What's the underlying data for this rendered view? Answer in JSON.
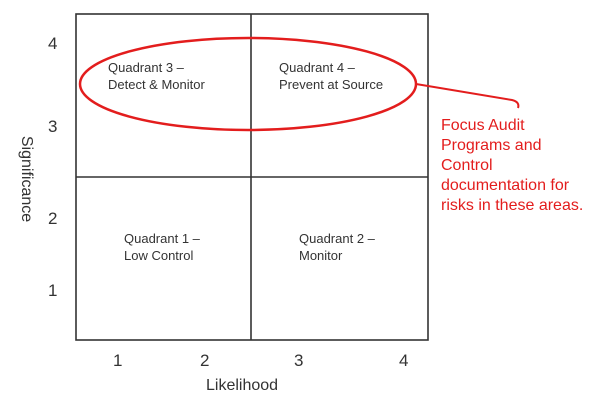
{
  "axes": {
    "x_title": "Likelihood",
    "y_title": "Significance",
    "x_ticks": [
      "1",
      "2",
      "3",
      "4"
    ],
    "y_ticks": [
      "4",
      "3",
      "2",
      "1"
    ]
  },
  "quadrants": {
    "q1": {
      "line1": "Quadrant 1 –",
      "line2": "Low Control"
    },
    "q2": {
      "line1": "Quadrant 2 –",
      "line2": "Monitor"
    },
    "q3": {
      "line1": "Quadrant 3 –",
      "line2": "Detect & Monitor"
    },
    "q4": {
      "line1": "Quadrant 4 –",
      "line2": "Prevent at Source"
    }
  },
  "callout": {
    "lines": [
      "Focus Audit",
      "Programs and",
      "Control",
      "documentation for",
      "risks in these areas."
    ],
    "color": "#e31d1d"
  },
  "colors": {
    "grid": "#333333",
    "accent": "#e31d1d"
  }
}
